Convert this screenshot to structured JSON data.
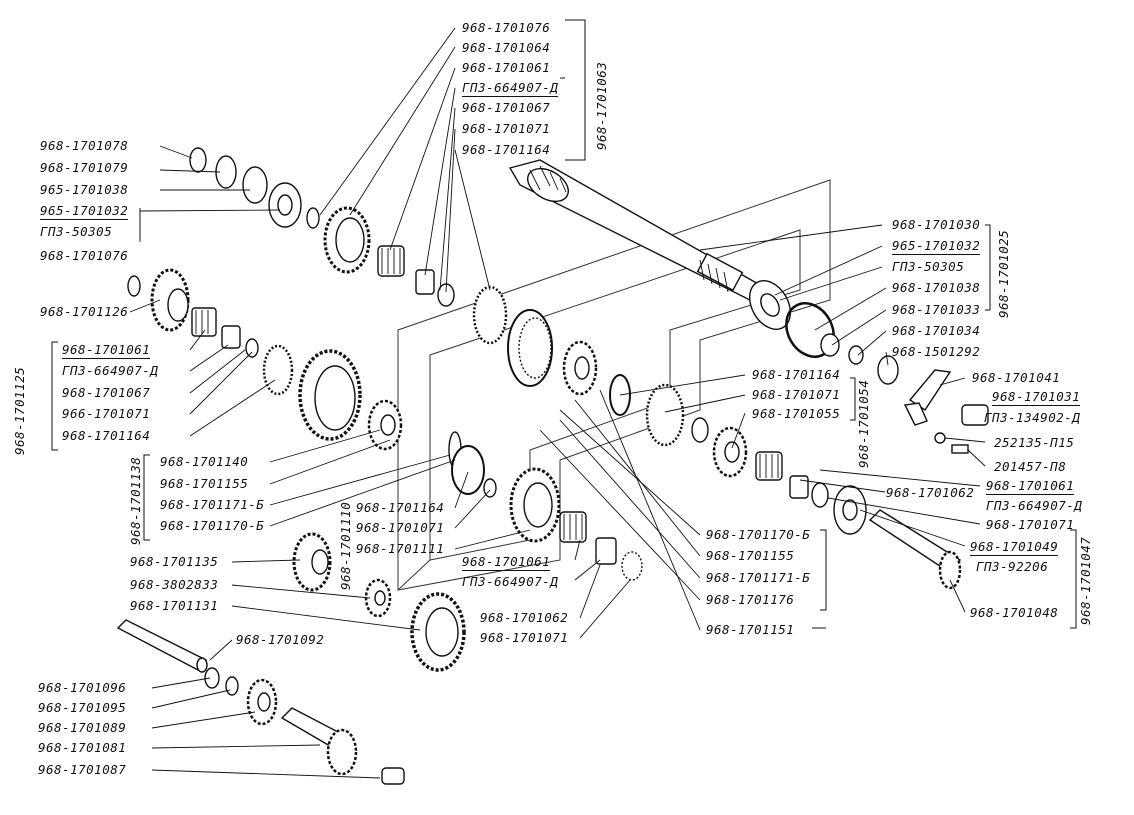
{
  "colors": {
    "ink": "#111111",
    "paper": "#ffffff"
  },
  "labels": {
    "l1701076a": "968-1701076",
    "l1701064": "968-1701064",
    "l1701061a": "968-1701061",
    "lGPZ664907a": "ГПЗ-664907-Д",
    "l1701067a": "968-1701067",
    "l1701071a": "968-1701071",
    "l1701164a": "968-1701164",
    "l1701078": "968-1701078",
    "l1701079": "968-1701079",
    "l965_1701038": "965-1701038",
    "l965_1701032a": "965-1701032",
    "lGPZ50305a": "ГПЗ-50305",
    "l1701076b": "968-1701076",
    "l1701126": "968-1701126",
    "l1701061b": "968-1701061",
    "lGPZ664907b": "ГПЗ-664907-Д",
    "l1701067b": "968-1701067",
    "l966_1701071": "966-1701071",
    "l1701164b": "968-1701164",
    "l1701140": "968-1701140",
    "l1701155a": "968-1701155",
    "l1701171b_a": "968-1701171-Б",
    "l1701170b_a": "968-1701170-Б",
    "l1701135": "968-1701135",
    "l3802833": "968-3802833",
    "l1701131": "968-1701131",
    "l1701092": "968-1701092",
    "l1701096": "968-1701096",
    "l1701095": "968-1701095",
    "l1701089": "968-1701089",
    "l1701081": "968-1701081",
    "l1701087": "968-1701087",
    "l1701164c": "968-1701164",
    "l1701071b": "968-1701071",
    "l1701111": "968-1701111",
    "l1701061c": "968-1701061",
    "lGPZ664907c": "ГПЗ-664907-Д",
    "l1701062a": "968-1701062",
    "l1701071c": "968-1701071",
    "l1701170b_b": "968-1701170-Б",
    "l1701155b": "968-1701155",
    "l1701171b_b": "968-1701171-Б",
    "l1701176": "968-1701176",
    "l1701151": "968-1701151",
    "l1701030": "968-1701030",
    "l965_1701032b": "965-1701032",
    "lGPZ50305b": "ГПЗ-50305",
    "l1701038": "968-1701038",
    "l1701033": "968-1701033",
    "l1701034": "968-1701034",
    "l1501292": "968-1501292",
    "l1701164d": "968-1701164",
    "l1701071d": "968-1701071",
    "l1701055": "968-1701055",
    "l1701041": "968-1701041",
    "l1701031": "968-1701031",
    "lGPZ134902": "ГПЗ-134902-Д",
    "l252135": "252135-П15",
    "l201457": "201457-П8",
    "l1701062b": "968-1701062",
    "l1701061d": "968-1701061",
    "lGPZ664907d": "ГПЗ-664907-Д",
    "l1701071e": "968-1701071",
    "l1701049": "968-1701049",
    "lGPZ92206": "ГПЗ-92206",
    "l1701048": "968-1701048"
  },
  "group_labels": {
    "g1701063": "968-1701063",
    "g1701025": "968-1701025",
    "g1701125": "968-1701125",
    "g1701138": "968-1701138",
    "g1701110": "968-1701110",
    "g1701054": "968-1701054",
    "g1701047": "968-1701047"
  }
}
